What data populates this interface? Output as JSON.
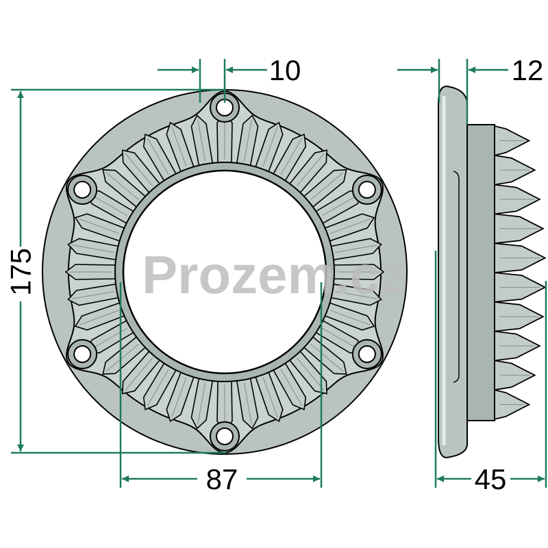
{
  "watermark": "Prozem.cz",
  "dimensions": {
    "outer_diameter": "175",
    "bore_diameter": "87",
    "hole_offset": "10",
    "flange_thickness": "12",
    "total_height": "45"
  },
  "colors": {
    "part_fill": "#b9c4c1",
    "part_light": "#dfe6e4",
    "part_shadow": "#8f9c99",
    "outline": "#000000",
    "dimension_line": "#1e7a5c",
    "text": "#000000",
    "watermark": "#bdbdbd"
  },
  "geometry": {
    "mounting_holes": 6,
    "teeth": 36
  }
}
